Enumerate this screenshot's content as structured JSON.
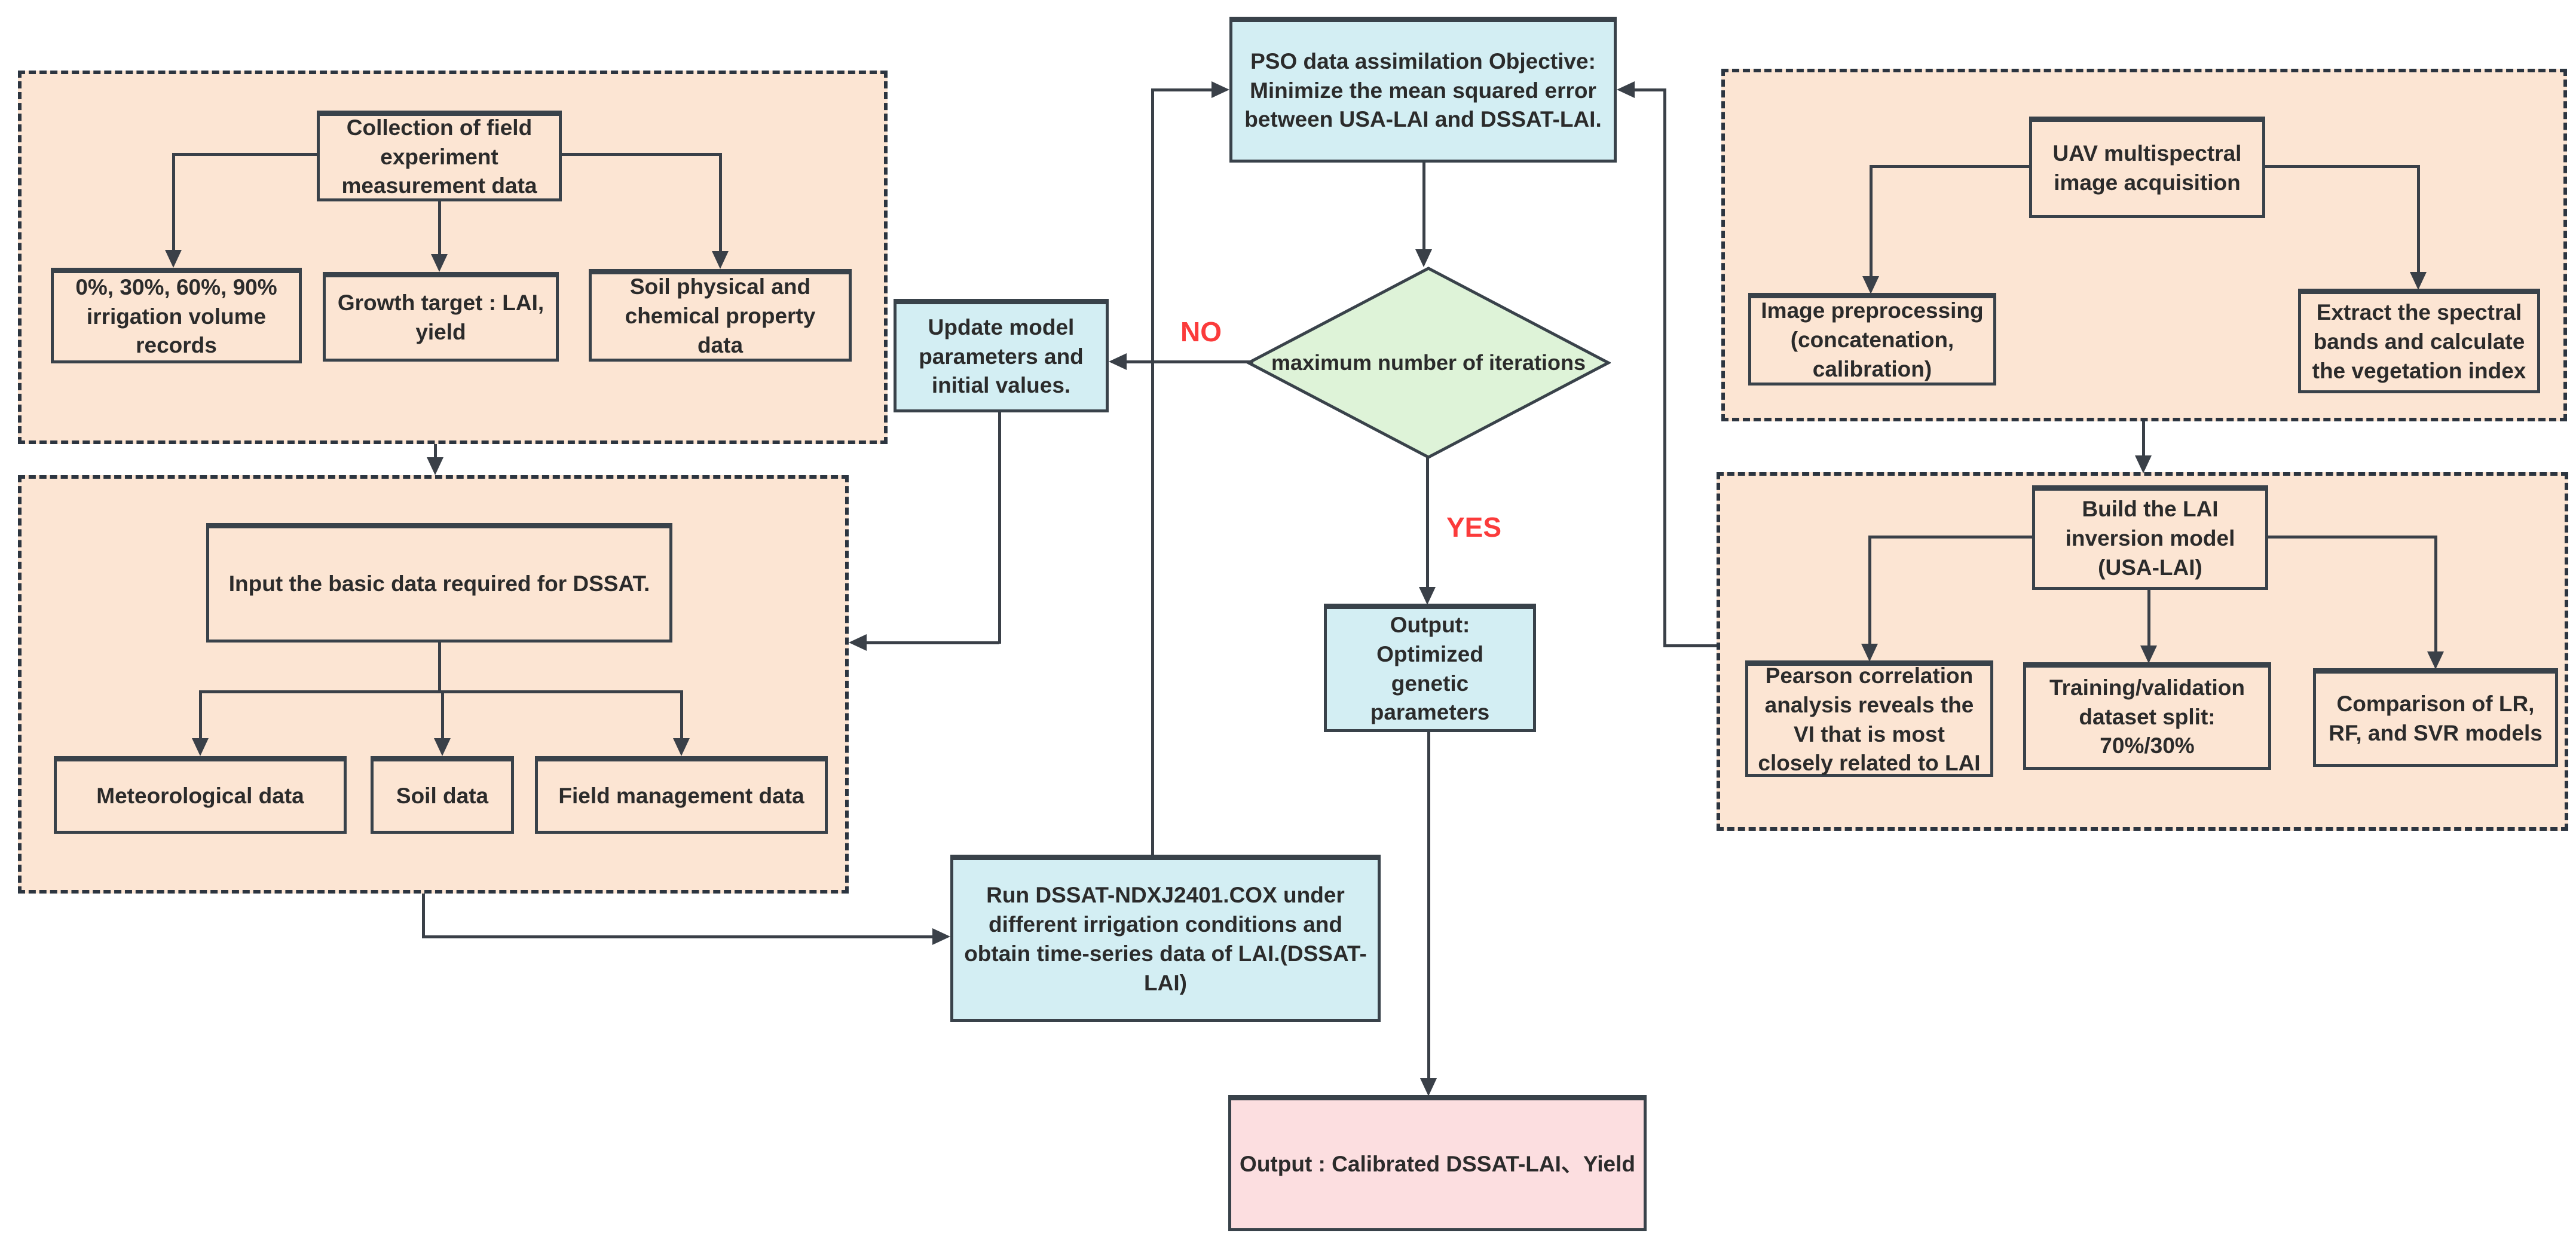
{
  "colors": {
    "group_fill": "#fce5d3",
    "process_fill": "#d3eef3",
    "decision_fill": "#def3d8",
    "final_fill": "#fcdee0",
    "border": "#39424a",
    "dashed_border": "#2c3540",
    "line": "#3a4048",
    "branch_label": "#fb3b3b",
    "text": "#2b2b2b"
  },
  "nodes": {
    "collection": {
      "label": "Collection of field experiment measurement data"
    },
    "irrigation_records": {
      "label": "0%, 30%, 60%, 90% irrigation volume records"
    },
    "growth_target": {
      "label": "Growth target : LAI, yield"
    },
    "soil_property": {
      "label": "Soil physical and chemical property data"
    },
    "input_basic": {
      "label": "Input the basic data required for DSSAT."
    },
    "meteorological": {
      "label": "Meteorological data"
    },
    "soil_data": {
      "label": "Soil data"
    },
    "field_management": {
      "label": "Field management data"
    },
    "update_parameters": {
      "label": "Update model parameters and initial values."
    },
    "pso_objective": {
      "label": "PSO data assimilation Objective: Minimize the mean squared error between USA-LAI and DSSAT-LAI."
    },
    "max_iterations": {
      "label": "maximum number of iterations"
    },
    "output_optimized": {
      "label": "Output: Optimized genetic parameters"
    },
    "run_dssat": {
      "label": "Run DSSAT-NDXJ2401.COX under different irrigation conditions and obtain time-series data of LAI.(DSSAT-LAI)"
    },
    "output_calibrated": {
      "label": "Output : Calibrated DSSAT-LAI、Yield"
    },
    "uav_acquisition": {
      "label": "UAV multispectral image acquisition"
    },
    "image_preprocessing": {
      "label": "Image preprocessing (concatenation, calibration)"
    },
    "extract_bands": {
      "label": "Extract the spectral bands and calculate the vegetation index"
    },
    "build_lai_model": {
      "label": "Build the LAI inversion model (USA-LAI)"
    },
    "pearson": {
      "label": "Pearson correlation analysis reveals the VI that is most closely related to LAI"
    },
    "dataset_split": {
      "label": "Training/validation dataset split: 70%/30%"
    },
    "model_comparison": {
      "label": "Comparison of LR, RF, and SVR models"
    }
  },
  "edge_labels": {
    "no": "NO",
    "yes": "YES"
  }
}
